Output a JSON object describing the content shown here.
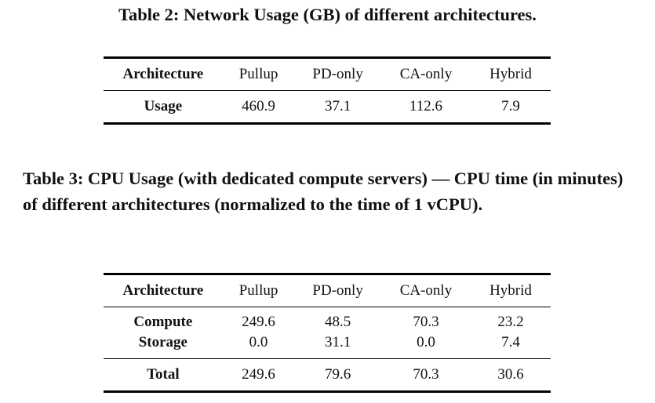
{
  "table2": {
    "caption": "Table 2: Network Usage (GB) of different architectures.",
    "headers": [
      "Architecture",
      "Pullup",
      "PD-only",
      "CA-only",
      "Hybrid"
    ],
    "rows": [
      {
        "label": "Usage",
        "values": [
          "460.9",
          "37.1",
          "112.6",
          "7.9"
        ]
      }
    ]
  },
  "table3": {
    "caption": "Table 3: CPU Usage (with dedicated compute servers) — CPU time (in minutes) of different architectures (normalized to the time of 1 vCPU).",
    "headers": [
      "Architecture",
      "Pullup",
      "PD-only",
      "CA-only",
      "Hybrid"
    ],
    "rows": [
      {
        "label": "Compute",
        "values": [
          "249.6",
          "48.5",
          "70.3",
          "23.2"
        ]
      },
      {
        "label": "Storage",
        "values": [
          "0.0",
          "31.1",
          "0.0",
          "7.4"
        ]
      }
    ],
    "total": {
      "label": "Total",
      "values": [
        "249.6",
        "79.6",
        "70.3",
        "30.6"
      ]
    }
  }
}
